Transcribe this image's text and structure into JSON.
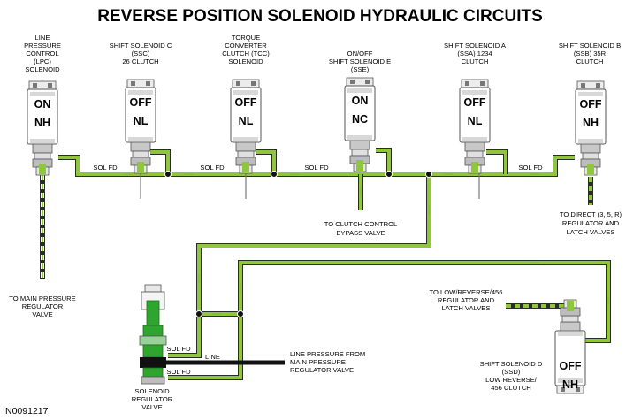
{
  "title": "REVERSE POSITION SOLENOID HYDRAULIC CIRCUITS",
  "figure_id": "N0091217",
  "colors": {
    "pipe_green": "#8fc63d",
    "pipe_black": "#111111",
    "valve_green": "#2fa52f"
  },
  "solenoids": [
    {
      "id": "lpc",
      "label_lines": [
        "LINE",
        "PRESSURE",
        "CONTROL",
        "(LPC)",
        "SOLENOID"
      ],
      "state": "ON",
      "type": "NH"
    },
    {
      "id": "ssc",
      "label_lines": [
        "SHIFT SOLENOID C",
        "(SSC)",
        "26 CLUTCH"
      ],
      "state": "OFF",
      "type": "NL"
    },
    {
      "id": "tcc",
      "label_lines": [
        "TORQUE",
        "CONVERTER",
        "CLUTCH (TCC)",
        "SOLENOID"
      ],
      "state": "OFF",
      "type": "NL"
    },
    {
      "id": "sse",
      "label_lines": [
        "ON/OFF",
        "SHIFT SOLENOID E",
        "(SSE)"
      ],
      "state": "ON",
      "type": "NC"
    },
    {
      "id": "ssa",
      "label_lines": [
        "SHIFT SOLENOID A",
        "(SSA) 1234",
        "CLUTCH"
      ],
      "state": "OFF",
      "type": "NL"
    },
    {
      "id": "ssb",
      "label_lines": [
        "SHIFT SOLENOID B",
        "(SSB) 35R",
        "CLUTCH"
      ],
      "state": "OFF",
      "type": "NH"
    },
    {
      "id": "ssd",
      "label_lines": [
        "SHIFT SOLENOID D",
        "(SSD)",
        "LOW REVERSE/",
        "456 CLUTCH"
      ],
      "state": "OFF",
      "type": "NH"
    }
  ],
  "sol_fd_labels": [
    "SOL FD",
    "SOL FD",
    "SOL FD",
    "SOL FD",
    "SOL FD",
    "SOL FD"
  ],
  "line_label": "LINE",
  "notes": {
    "main_pressure_regulator": [
      "TO MAIN PRESSURE",
      "REGULATOR",
      "VALVE"
    ],
    "clutch_bypass": [
      "TO CLUTCH CONTROL",
      "BYPASS VALVE"
    ],
    "direct_regulator": [
      "TO DIRECT (3, 5, R)",
      "REGULATOR AND",
      "LATCH VALVES"
    ],
    "low_reverse_regulator": [
      "TO LOW/REVERSE/456",
      "REGULATOR AND",
      "LATCH VALVES"
    ],
    "line_from_main": [
      "LINE PRESSURE FROM",
      "MAIN PRESSURE",
      "REGULATOR VALVE"
    ],
    "solenoid_regulator": [
      "SOLENOID",
      "REGULATOR",
      "VALVE"
    ]
  }
}
